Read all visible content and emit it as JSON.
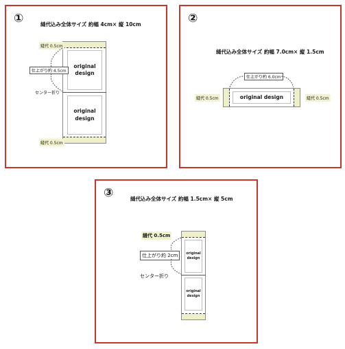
{
  "panel1": {
    "number": "①",
    "size_title": "縫代込み全体サイズ 約幅 4cm× 縦 10cm",
    "seam_top": "縫代 0.5cm",
    "finish_label": "仕上がり約 4.5cm",
    "center_fold": "センター折り",
    "design_top_line1": "original",
    "design_top_line2": "design",
    "design_bottom_line1": "original",
    "design_bottom_line2": "design",
    "seam_bottom": "縫代 0.5cm"
  },
  "panel2": {
    "number": "②",
    "size_title": "縫代込み全体サイズ 約幅 7.0cm× 縦 1.5cm",
    "finish_label": "仕上がり約 6.0cm",
    "seam_left": "縫代 0.5cm",
    "seam_right": "縫代 0.5cm",
    "design": "original design"
  },
  "panel3": {
    "number": "③",
    "size_title": "縫代込み全体サイズ 約幅 1.5cm× 縦 5cm",
    "seam_top": "縫代 0.5cm",
    "finish_label": "仕上がり約 2cm",
    "center_fold": "センター折り",
    "design_top_line1": "original",
    "design_top_line2": "design",
    "design_bottom_line1": "original",
    "design_bottom_line2": "design"
  },
  "colors": {
    "border_red": "#c8352b",
    "seam_fill": "#eff0c9"
  }
}
